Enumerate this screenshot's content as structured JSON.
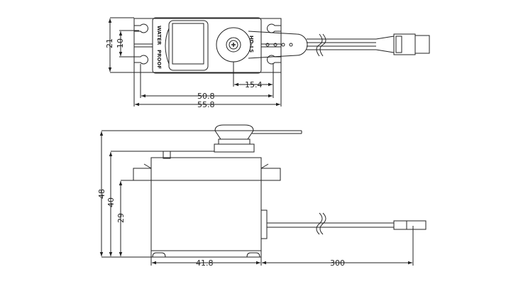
{
  "top_view": {
    "label_water": "WATER",
    "label_proof": "PROOF",
    "model": "HD-LS",
    "dims": {
      "height": "21",
      "hole_spacing": "10",
      "hole_pitch": "50.8",
      "overall_length": "55.8",
      "shaft_offset": "15.4"
    }
  },
  "side_view": {
    "dims": {
      "total_height": "48",
      "body_height": "40",
      "flange_height": "29",
      "body_length": "41.8",
      "wire_length": "300"
    }
  }
}
